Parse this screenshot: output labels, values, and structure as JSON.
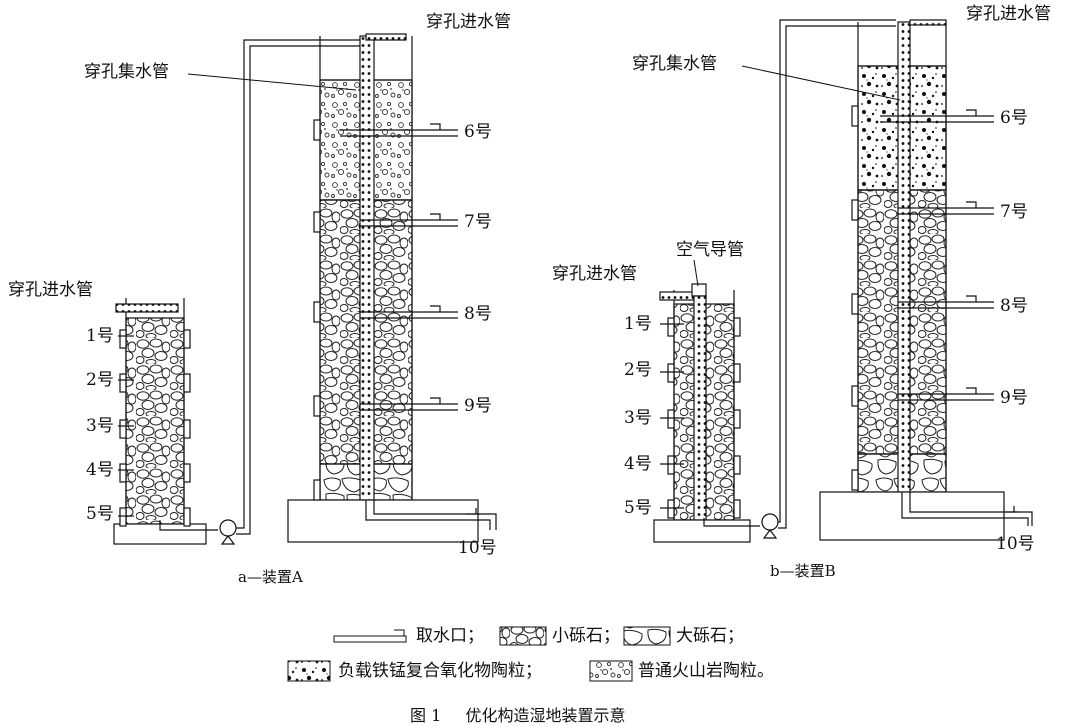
{
  "figure": {
    "caption_no": "图 1",
    "caption_title": "优化构造湿地装置示意"
  },
  "device_a": {
    "subtitle": "a—装置A",
    "inlet_top": "穿孔进水管",
    "collector": "穿孔集水管",
    "inlet_small": "穿孔进水管",
    "ports_small": [
      "1号",
      "2号",
      "3号",
      "4号",
      "5号"
    ],
    "ports_tall": [
      "6号",
      "7号",
      "8号",
      "9号"
    ],
    "port_bottom": "10号"
  },
  "device_b": {
    "subtitle": "b—装置B",
    "inlet_top": "穿孔进水管",
    "collector": "穿孔集水管",
    "inlet_small": "穿孔进水管",
    "air_pipe": "空气导管",
    "ports_small": [
      "1号",
      "2号",
      "3号",
      "4号",
      "5号"
    ],
    "ports_tall": [
      "6号",
      "7号",
      "8号",
      "9号"
    ],
    "port_bottom": "10号"
  },
  "legend": {
    "tap": "取水口；",
    "small_gravel": "小砾石；",
    "large_gravel": "大砾石；",
    "fe_mn_ceramsite": "负载铁锰复合氧化物陶粒；",
    "volcanic_ceramsite": "普通火山岩陶粒。"
  }
}
